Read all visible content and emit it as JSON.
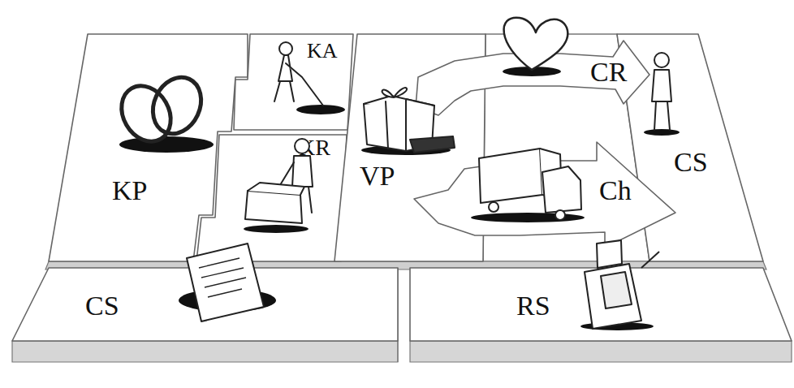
{
  "diagram": {
    "nodes": [
      {
        "text": [
          "KP"
        ]
      },
      {
        "text": [
          "KA"
        ]
      },
      {
        "text": [
          "KR"
        ]
      },
      {
        "text": [
          "VP"
        ]
      },
      {
        "text": [
          "CR"
        ]
      },
      {
        "text": [
          "CS"
        ]
      },
      {
        "text": [
          "Ch"
        ]
      },
      {
        "text": [
          "CS"
        ]
      },
      {
        "text": [
          "RS"
        ]
      }
    ]
  }
}
